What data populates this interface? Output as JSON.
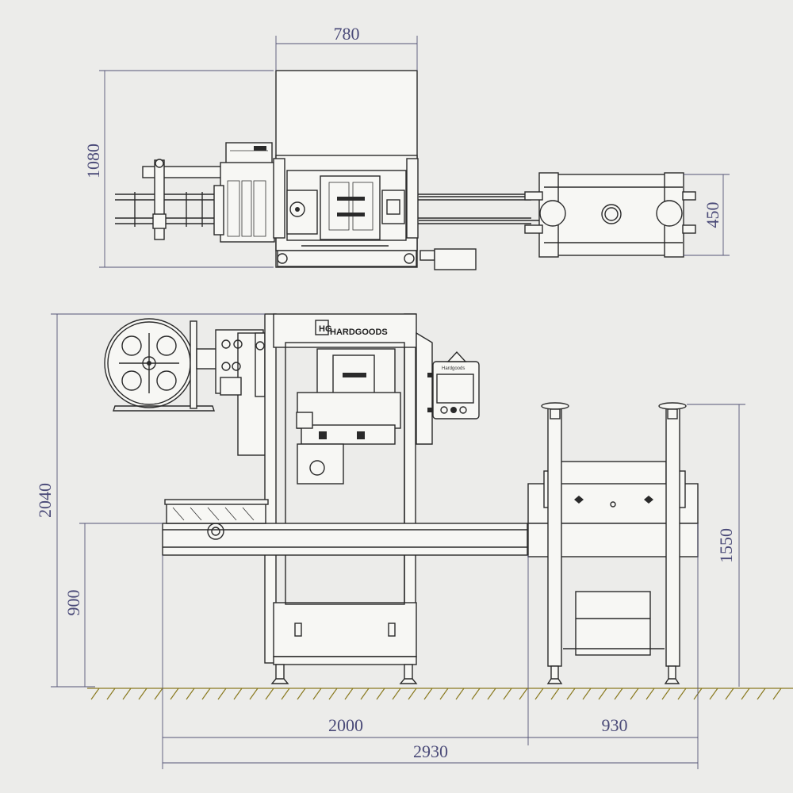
{
  "brand": {
    "name": "HARDGOODS",
    "mark": "HG",
    "panel_brand": "Hardgoods"
  },
  "dimensions": {
    "top_width": "780",
    "top_height": "1080",
    "top_depth": "450",
    "total_height": "2040",
    "conveyor_height": "900",
    "oven_height": "1550",
    "machine_length": "2000",
    "oven_length": "930",
    "total_length": "2930"
  },
  "colors": {
    "dimension_text": "#4a4a78",
    "line": "#2a2a2a",
    "ground_hatch": "#8a7a20",
    "background": "#ececea"
  }
}
